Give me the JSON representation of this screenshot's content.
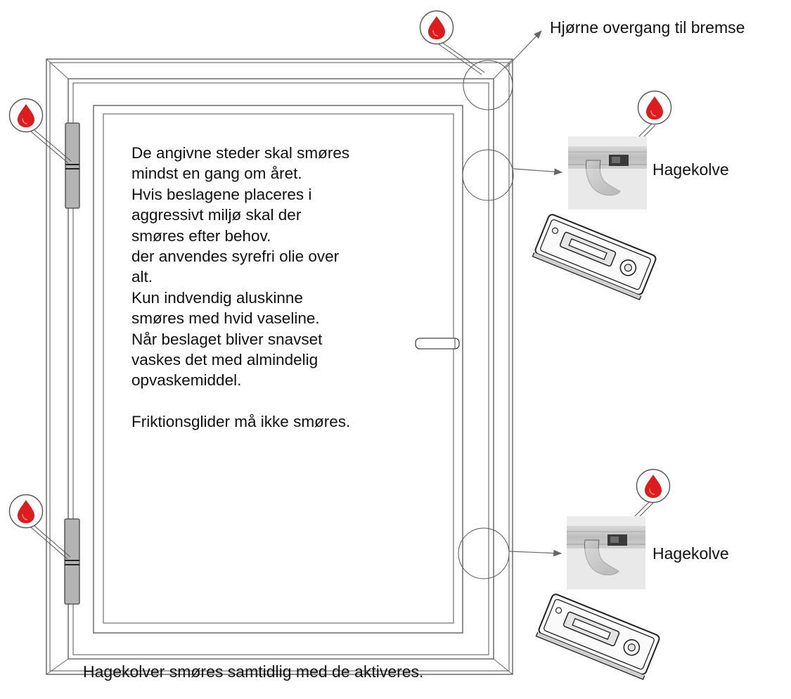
{
  "labels": {
    "corner_transition": "Hjørne overgang til bremse",
    "hook_bolt_top": "Hagekolve",
    "hook_bolt_bottom": "Hagekolve"
  },
  "instructions": {
    "lines": [
      "De angivne steder skal smøres",
      "mindst en gang om året.",
      "Hvis beslagene placeres i",
      "aggressivt miljø skal der",
      "smøres efter behov.",
      "der anvendes syrefri olie over",
      "alt.",
      "Kun indvendig aluskinne",
      "smøres med hvid vaseline.",
      "Når beslaget bliver snavset",
      "vaskes det med almindelig",
      "opvaskemiddel."
    ],
    "final_note": "Friktionsglider må ikke smøres."
  },
  "caption": "Hagekolver smøres samtidlig med de aktiveres.",
  "colors": {
    "lubricant_drop": "#e01b1b",
    "line": "#555555",
    "hinge_fill": "#b4b4b4",
    "photo_bg": "#e9e9e9"
  },
  "icons": {
    "lubrication_marker": "oil-drop-icon"
  }
}
